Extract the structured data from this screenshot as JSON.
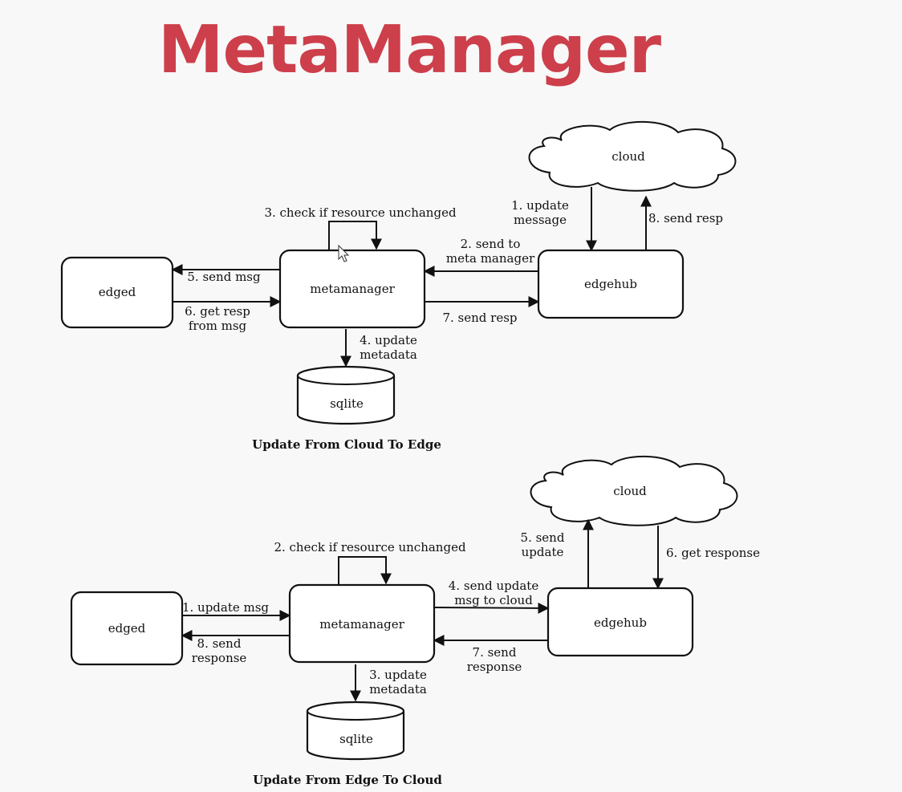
{
  "title": "MetaManager",
  "title_color": "#cc3f4b",
  "top": {
    "caption": "Update From Cloud To Edge",
    "nodes": {
      "edged": "edged",
      "metamanager": "metamanager",
      "edgehub": "edgehub",
      "cloud": "cloud",
      "sqlite": "sqlite"
    },
    "labels": {
      "update_message": [
        "1. update",
        "message"
      ],
      "send_to_meta": [
        "2. send to",
        "meta manager"
      ],
      "check_unchanged": "3. check if resource unchanged",
      "update_metadata": [
        "4. update",
        "metadata"
      ],
      "send_msg": "5. send msg",
      "get_resp": [
        "6. get resp",
        "from msg"
      ],
      "send_resp": "7. send resp",
      "send_resp_cloud": "8. send resp"
    }
  },
  "bottom": {
    "caption": "Update From Edge To Cloud",
    "nodes": {
      "edged": "edged",
      "metamanager": "metamanager",
      "edgehub": "edgehub",
      "cloud": "cloud",
      "sqlite": "sqlite"
    },
    "labels": {
      "update_msg": "1. update msg",
      "check_unchanged": "2. check if resource unchanged",
      "update_metadata": [
        "3. update",
        "metadata"
      ],
      "send_update_cloud": [
        "4. send update",
        "msg to cloud"
      ],
      "send_update": [
        "5. send",
        "update"
      ],
      "get_response": "6. get response",
      "send_response_hub": [
        "7. send",
        "response"
      ],
      "send_response_edged": [
        "8. send",
        "response"
      ]
    }
  }
}
